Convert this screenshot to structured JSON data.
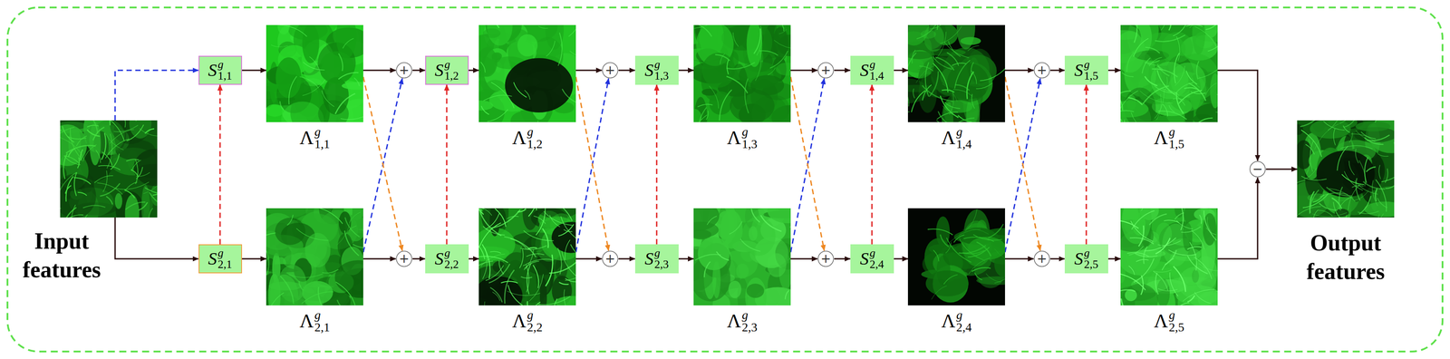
{
  "diagram": {
    "nodes": [
      {
        "text": [
          "Input features"
        ]
      },
      {
        "text": [
          "S",
          "g",
          "1,1"
        ]
      },
      {
        "text": [
          "Λ",
          "g",
          "1,1"
        ]
      },
      {
        "text": [
          "+"
        ]
      },
      {
        "text": [
          "S",
          "g",
          "1,2"
        ]
      },
      {
        "text": [
          "Λ",
          "g",
          "1,2"
        ]
      },
      {
        "text": [
          "+"
        ]
      },
      {
        "text": [
          "S",
          "g",
          "1,3"
        ]
      },
      {
        "text": [
          "Λ",
          "g",
          "1,3"
        ]
      },
      {
        "text": [
          "+"
        ]
      },
      {
        "text": [
          "S",
          "g",
          "1,4"
        ]
      },
      {
        "text": [
          "Λ",
          "g",
          "1,4"
        ]
      },
      {
        "text": [
          "+"
        ]
      },
      {
        "text": [
          "S",
          "g",
          "1,5"
        ]
      },
      {
        "text": [
          "Λ",
          "g",
          "1,5"
        ]
      },
      {
        "text": [
          "S",
          "g",
          "2,1"
        ]
      },
      {
        "text": [
          "Λ",
          "g",
          "2,1"
        ]
      },
      {
        "text": [
          "+"
        ]
      },
      {
        "text": [
          "S",
          "g",
          "2,2"
        ]
      },
      {
        "text": [
          "Λ",
          "g",
          "2,2"
        ]
      },
      {
        "text": [
          "+"
        ]
      },
      {
        "text": [
          "S",
          "g",
          "2,3"
        ]
      },
      {
        "text": [
          "Λ",
          "g",
          "2,3"
        ]
      },
      {
        "text": [
          "+"
        ]
      },
      {
        "text": [
          "S",
          "g",
          "2,4"
        ]
      },
      {
        "text": [
          "Λ",
          "g",
          "2,4"
        ]
      },
      {
        "text": [
          "+"
        ]
      },
      {
        "text": [
          "S",
          "g",
          "2,5"
        ]
      },
      {
        "text": [
          "Λ",
          "g",
          "2,5"
        ]
      },
      {
        "text": [
          "−"
        ]
      },
      {
        "text": [
          "Output features"
        ]
      }
    ],
    "edges": [
      {
        "from": 0,
        "to": 1,
        "arrow": "to"
      },
      {
        "from": 0,
        "to": 15,
        "arrow": "to"
      },
      {
        "from": 15,
        "to": 1,
        "arrow": "to"
      },
      {
        "from": 1,
        "to": 2,
        "arrow": "to"
      },
      {
        "from": 15,
        "to": 16,
        "arrow": "to"
      },
      {
        "from": 2,
        "to": 3,
        "arrow": "to"
      },
      {
        "from": 16,
        "to": 3,
        "arrow": "to"
      },
      {
        "from": 2,
        "to": 17,
        "arrow": "to"
      },
      {
        "from": 16,
        "to": 17,
        "arrow": "to"
      },
      {
        "from": 3,
        "to": 4,
        "arrow": "to"
      },
      {
        "from": 17,
        "to": 18,
        "arrow": "to"
      },
      {
        "from": 18,
        "to": 4,
        "arrow": "to"
      },
      {
        "from": 4,
        "to": 5,
        "arrow": "to"
      },
      {
        "from": 18,
        "to": 19,
        "arrow": "to"
      },
      {
        "from": 5,
        "to": 6,
        "arrow": "to"
      },
      {
        "from": 19,
        "to": 6,
        "arrow": "to"
      },
      {
        "from": 5,
        "to": 20,
        "arrow": "to"
      },
      {
        "from": 19,
        "to": 20,
        "arrow": "to"
      },
      {
        "from": 6,
        "to": 7,
        "arrow": "to"
      },
      {
        "from": 20,
        "to": 21,
        "arrow": "to"
      },
      {
        "from": 21,
        "to": 7,
        "arrow": "to"
      },
      {
        "from": 7,
        "to": 8,
        "arrow": "to"
      },
      {
        "from": 21,
        "to": 22,
        "arrow": "to"
      },
      {
        "from": 8,
        "to": 9,
        "arrow": "to"
      },
      {
        "from": 22,
        "to": 9,
        "arrow": "to"
      },
      {
        "from": 8,
        "to": 23,
        "arrow": "to"
      },
      {
        "from": 22,
        "to": 23,
        "arrow": "to"
      },
      {
        "from": 9,
        "to": 10,
        "arrow": "to"
      },
      {
        "from": 23,
        "to": 24,
        "arrow": "to"
      },
      {
        "from": 24,
        "to": 10,
        "arrow": "to"
      },
      {
        "from": 10,
        "to": 11,
        "arrow": "to"
      },
      {
        "from": 24,
        "to": 25,
        "arrow": "to"
      },
      {
        "from": 11,
        "to": 12,
        "arrow": "to"
      },
      {
        "from": 25,
        "to": 12,
        "arrow": "to"
      },
      {
        "from": 11,
        "to": 26,
        "arrow": "to"
      },
      {
        "from": 25,
        "to": 26,
        "arrow": "to"
      },
      {
        "from": 12,
        "to": 13,
        "arrow": "to"
      },
      {
        "from": 26,
        "to": 27,
        "arrow": "to"
      },
      {
        "from": 27,
        "to": 13,
        "arrow": "to"
      },
      {
        "from": 13,
        "to": 14,
        "arrow": "to"
      },
      {
        "from": 27,
        "to": 28,
        "arrow": "to"
      },
      {
        "from": 14,
        "to": 29,
        "arrow": "to"
      },
      {
        "from": 28,
        "to": 29,
        "arrow": "to"
      },
      {
        "from": 29,
        "to": 30,
        "arrow": "to"
      }
    ]
  }
}
